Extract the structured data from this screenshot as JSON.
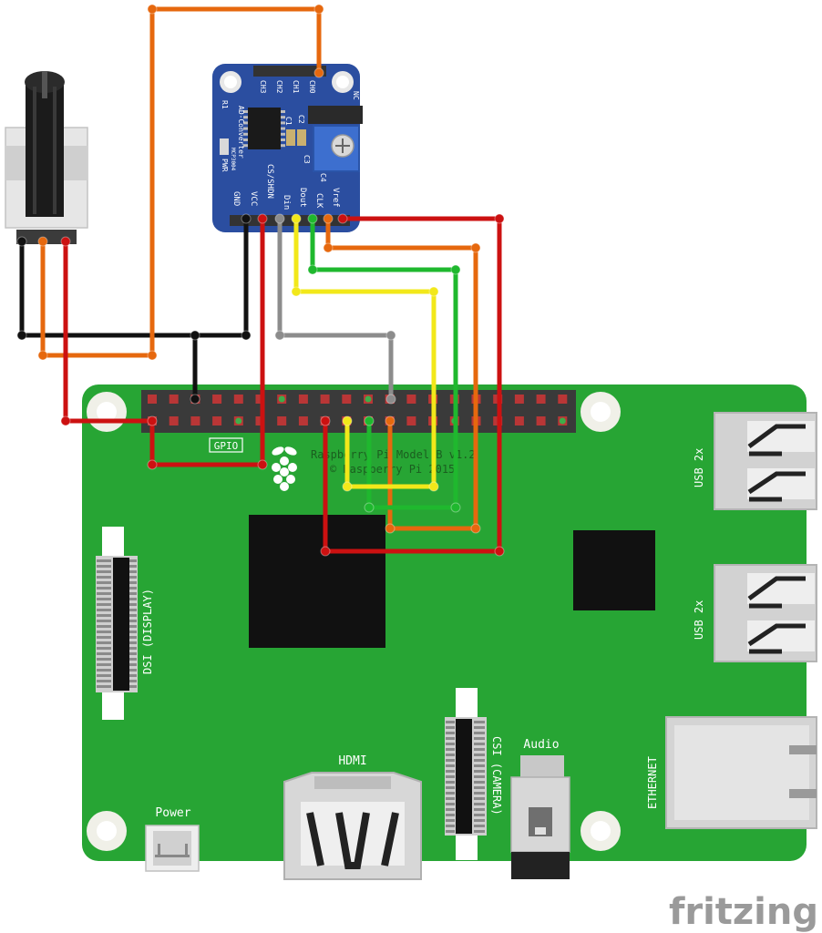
{
  "colors": {
    "board": "#27a534",
    "board_dark": "#1d8a2a",
    "module": "#2b4ea0",
    "wire_red": "#cc1111",
    "wire_orange": "#e6680e",
    "wire_black": "#111111",
    "wire_gray": "#8c8c8c",
    "wire_yellow": "#f2e81a",
    "wire_green": "#1fb82e"
  },
  "adc_module": {
    "channel_labels": [
      "CH3",
      "CH2",
      "CH1",
      "CH0"
    ],
    "board_title": "AD-Converter",
    "chip_name": "MCP3004",
    "parts": [
      "R1",
      "C1",
      "C2",
      "C3",
      "C4",
      "PWR"
    ],
    "jumper_label": "NC",
    "pin_labels": [
      "GND",
      "VCC",
      "CS/SHDN",
      "Din",
      "Dout",
      "CLK",
      "Vref"
    ]
  },
  "raspberry_pi": {
    "model_line": "Raspberry Pi Model B v1.2",
    "copyright": "© Raspberry Pi 2015",
    "gpio_label": "GPIO",
    "dsi_label": "DSI (DISPLAY)",
    "csi_label": "CSI (CAMERA)",
    "hdmi_label": "HDMI",
    "audio_label": "Audio",
    "power_label": "Power",
    "usb_label_top": "USB 2x",
    "usb_label_bottom": "USB 2x",
    "ethernet_label": "ETHERNET"
  },
  "watermark": "fritzing"
}
